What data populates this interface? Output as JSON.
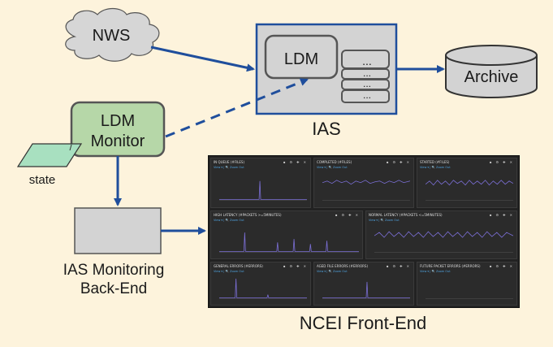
{
  "nodes": {
    "nws": "NWS",
    "ias": "IAS",
    "ldm": "LDM",
    "queue_dots": [
      "...",
      "...",
      "...",
      "..."
    ],
    "archive": "Archive",
    "ldm_monitor": [
      "LDM",
      "Monitor"
    ],
    "state": "state",
    "backend": [
      "IAS Monitoring",
      "Back-End"
    ],
    "frontend": "NCEI Front-End"
  },
  "dashboard": {
    "panels": [
      {
        "title": "IN QUEUE (#FILES)",
        "view": "View ▾ | 🔍 Zoom Out"
      },
      {
        "title": "COMPLETED (#FILES)",
        "view": "View ▾ | 🔍 Zoom Out"
      },
      {
        "title": "STARTED (#FILES)",
        "view": "View ▾ | 🔍 Zoom Out"
      },
      {
        "title": "HIGH LATENCY (#PACKETS >=5MINUTES)",
        "view": "View ▾ | 🔍 Zoom Out"
      },
      {
        "title": "NORMAL LATENCY (#PACKETS <=5MINUTES)",
        "view": "View ▾ | 🔍 Zoom Out"
      },
      {
        "title": "GENERAL ERRORS (#ERRORS)",
        "view": "View ▾ | 🔍 Zoom Out"
      },
      {
        "title": "AGED FILE ERRORS (#ERRORS)",
        "view": "View ▾ | 🔍 Zoom Out"
      },
      {
        "title": "FUTURE PACKET ERRORS (#ERRORS)",
        "view": "View ▾ | 🔍 Zoom Out"
      }
    ],
    "icons": "■ ⚙ ✚ ✕"
  },
  "colors": {
    "background": "#fdf3dc",
    "cloud": "#d6d6d6",
    "ias_box": "#d3d3d3",
    "ias_border": "#1f4e9c",
    "monitor_fill": "#b6d7a8",
    "state_fill": "#a8e0c0",
    "arrow": "#1f4e9c",
    "dash_line": "#7b6fd6"
  }
}
